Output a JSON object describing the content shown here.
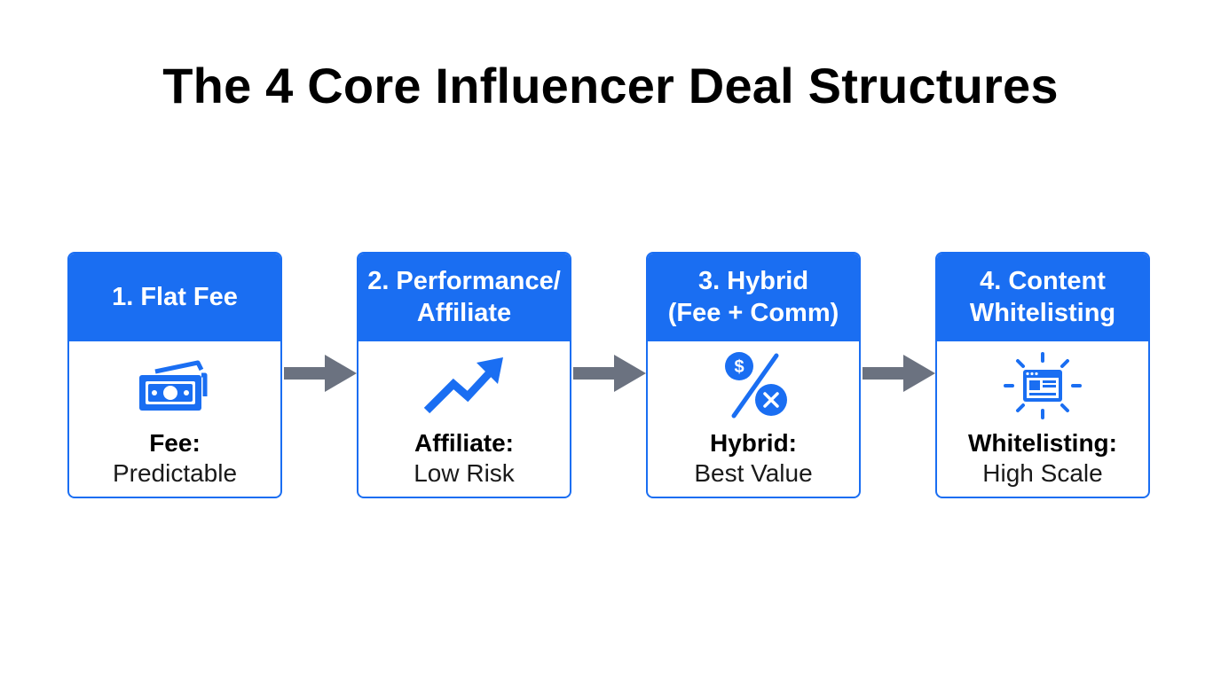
{
  "title": "The 4 Core Influencer Deal Structures",
  "colors": {
    "accent": "#1a6ef2",
    "arrow": "#6b7280",
    "text": "#000000",
    "background": "#ffffff"
  },
  "steps": [
    {
      "header_line1": "1. Flat Fee",
      "header_line2": "",
      "icon": "cash-bills-icon",
      "label": "Fee:",
      "value": "Predictable"
    },
    {
      "header_line1": "2. Performance/",
      "header_line2": "Affiliate",
      "icon": "trending-up-arrow-icon",
      "label": "Affiliate:",
      "value": "Low Risk"
    },
    {
      "header_line1": "3. Hybrid",
      "header_line2": "(Fee + Comm)",
      "icon": "dollar-percent-icon",
      "label": "Hybrid:",
      "value": "Best Value"
    },
    {
      "header_line1": "4. Content",
      "header_line2": "Whitelisting",
      "icon": "browser-window-glow-icon",
      "label": "Whitelisting:",
      "value": "High Scale"
    }
  ]
}
